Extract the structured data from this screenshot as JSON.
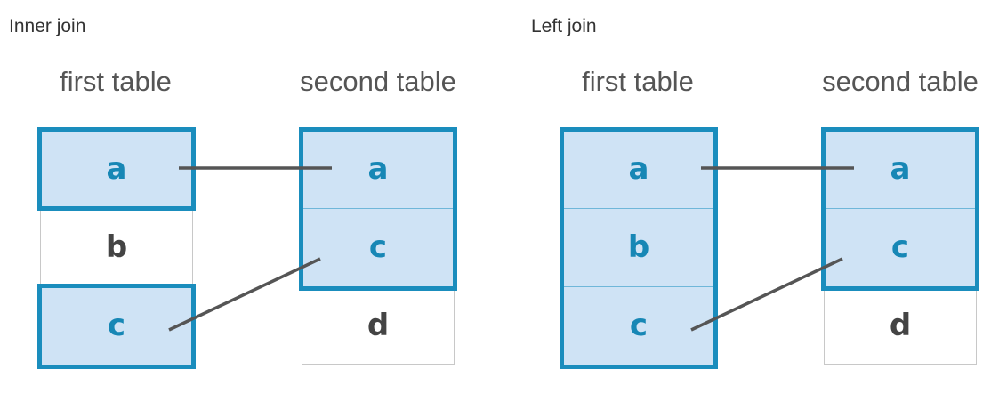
{
  "inner_join": {
    "heading": "Inner join",
    "first_table_label": "first table",
    "second_table_label": "second table",
    "first_rows": [
      "a",
      "b",
      "c"
    ],
    "second_rows": [
      "a",
      "c",
      "d"
    ]
  },
  "left_join": {
    "heading": "Left join",
    "first_table_label": "first table",
    "second_table_label": "second table",
    "first_rows": [
      "a",
      "b",
      "c"
    ],
    "second_rows": [
      "a",
      "c",
      "d"
    ]
  },
  "colors": {
    "highlight_fill": "#cfe3f5",
    "highlight_border": "#1a8dbd",
    "highlight_text": "#1787b5",
    "plain_text": "#444444",
    "connector": "#555555"
  }
}
